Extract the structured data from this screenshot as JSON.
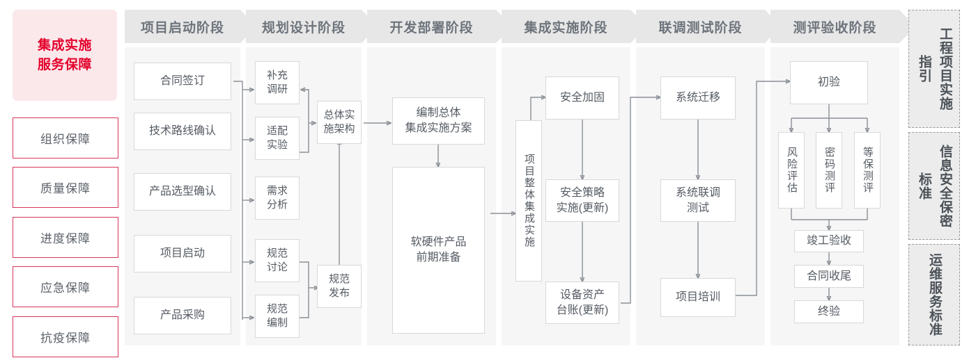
{
  "title_card": {
    "line1": "集成实施",
    "line2": "服务保障"
  },
  "guarantees": [
    {
      "label": "组织保障"
    },
    {
      "label": "质量保障"
    },
    {
      "label": "进度保障"
    },
    {
      "label": "应急保障"
    },
    {
      "label": "抗疫保障"
    }
  ],
  "phases": [
    {
      "id": "p1",
      "header": "项目启动阶段"
    },
    {
      "id": "p2",
      "header": "规划设计阶段"
    },
    {
      "id": "p3",
      "header": "开发部署阶段"
    },
    {
      "id": "p4",
      "header": "集成实施阶段"
    },
    {
      "id": "p5",
      "header": "联调测试阶段"
    },
    {
      "id": "p6",
      "header": "测评验收阶段"
    }
  ],
  "nodes": {
    "p1_1": "合同签订",
    "p1_2": "技术路线确认",
    "p1_3": "产品选型确认",
    "p1_4": "项目启动",
    "p1_5": "产品采购",
    "p2_1": "补充\n调研",
    "p2_2": "适配\n实验",
    "p2_3": "需求\n分析",
    "p2_4": "规范\n讨论",
    "p2_5": "规范\n编制",
    "p2_6": "总体实\n施架构",
    "p2_7": "规范\n发布",
    "p3_1": "编制总体\n集成实施方案",
    "p3_2": "软硬件产品\n前期准备",
    "p4_0": "项目整体集成实施",
    "p4_1": "安全加固",
    "p4_2": "安全策略\n实施(更新)",
    "p4_3": "设备资产\n台账(更新)",
    "p5_1": "系统迁移",
    "p5_2": "系统联调\n测试",
    "p5_3": "项目培训",
    "p6_1": "初验",
    "p6_2": "风险评估",
    "p6_3": "密码测评",
    "p6_4": "等保测评",
    "p6_5": "竣工验收",
    "p6_6": "合同收尾",
    "p6_7": "终验"
  },
  "standards": [
    {
      "label": "工程项目实施指引"
    },
    {
      "label": "信息安全保密标准"
    },
    {
      "label": "运维服务标准"
    }
  ],
  "colors": {
    "accent_red": "#e4002b",
    "accent_border": "#d5365a",
    "title_bg": "#fbe8eb",
    "header_bg": "#e7e7e7",
    "header_text": "#6e747c",
    "panel_bg": "#f6f6f6",
    "node_border": "#d8d8d8",
    "node_text": "#555b63",
    "wire": "#8a8f96",
    "std_bg": "#ececec",
    "std_border": "#9a9a9a"
  }
}
